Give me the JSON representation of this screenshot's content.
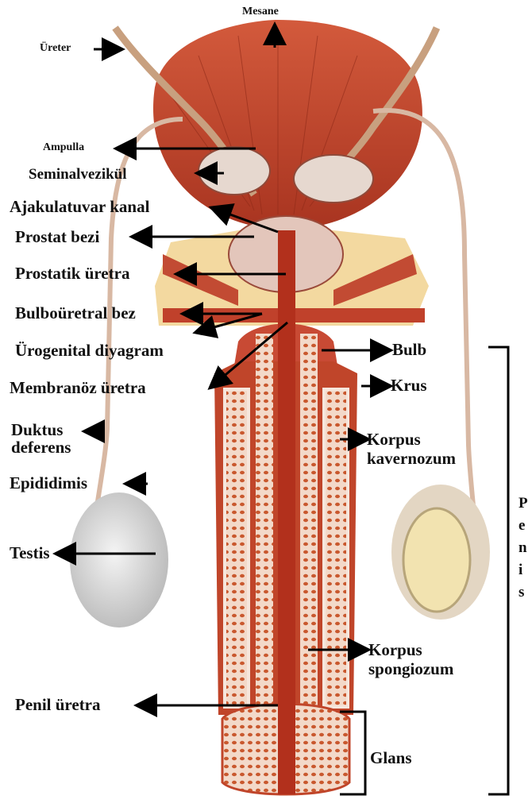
{
  "labels": {
    "mesane": "Mesane",
    "ureter": "Üreter",
    "ampulla": "Ampulla",
    "seminal_vezikul": "Seminalvezikül",
    "ajakulatuvar_kanal": "Ajakulatuvar kanal",
    "prostat_bezi": "Prostat bezi",
    "prostatik_uretra": "Prostatik üretra",
    "bulbouretral_bez": "Bulboüretral bez",
    "urogenital_diyagram": "Ürogenital diyagram",
    "membranoz_uretra": "Membranöz üretra",
    "duktus_deferens": [
      "Duktus",
      "deferens"
    ],
    "epididimis": "Epididimis",
    "testis": "Testis",
    "penil_uretra": "Penil üretra",
    "bulb": "Bulb",
    "krus": "Krus",
    "korpus_kavernozum": [
      "Korpus",
      "kavernozum"
    ],
    "korpus_spongiozum": [
      "Korpus",
      "spongiozum"
    ],
    "glans": "Glans",
    "penis_vertical": [
      "P",
      "e",
      "n",
      "i",
      "s"
    ]
  },
  "colors": {
    "bladder": "#c0452a",
    "muscle": "#b23a26",
    "tissue": "#e9c9bd",
    "fat": "#f2cf8a",
    "testis": "#dcdcdc",
    "duct": "#d8b8a3",
    "arrow": "#000000"
  }
}
